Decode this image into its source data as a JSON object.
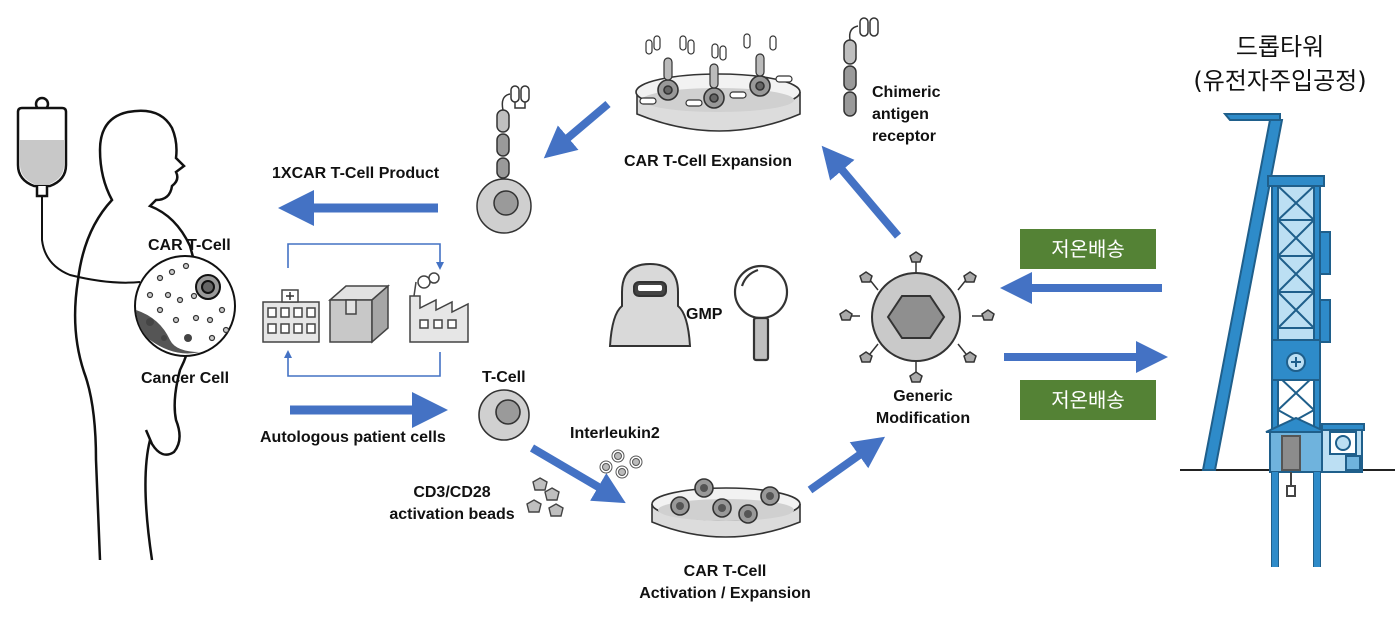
{
  "labels": {
    "car_t_cell": "CAR T-Cell",
    "cancer_cell": "Cancer Cell",
    "product": "1XCAR T-Cell Product",
    "autologous": "Autologous patient cells",
    "t_cell": "T-Cell",
    "gmp": "GMP",
    "expansion_top": "CAR T-Cell Expansion",
    "chimeric": [
      "Chimeric",
      "antigen",
      "receptor"
    ],
    "generic_mod": [
      "Generic",
      "Modification"
    ],
    "interleukin": "Interleukin2",
    "beads": [
      "CD3/CD28",
      "activation beads"
    ],
    "activation": [
      "CAR T-Cell",
      "Activation / Expansion"
    ]
  },
  "tower": {
    "title_line1": "드롭타워",
    "title_line2": "(유전자주입공정)"
  },
  "shipping": {
    "top_label": "저온배송",
    "bottom_label": "저온배송"
  },
  "colors": {
    "arrow_blue": "#4472c4",
    "badge_green": "#548235",
    "tower_blue": "#2e8bc9",
    "cell_gray": "#bfbfbf"
  }
}
